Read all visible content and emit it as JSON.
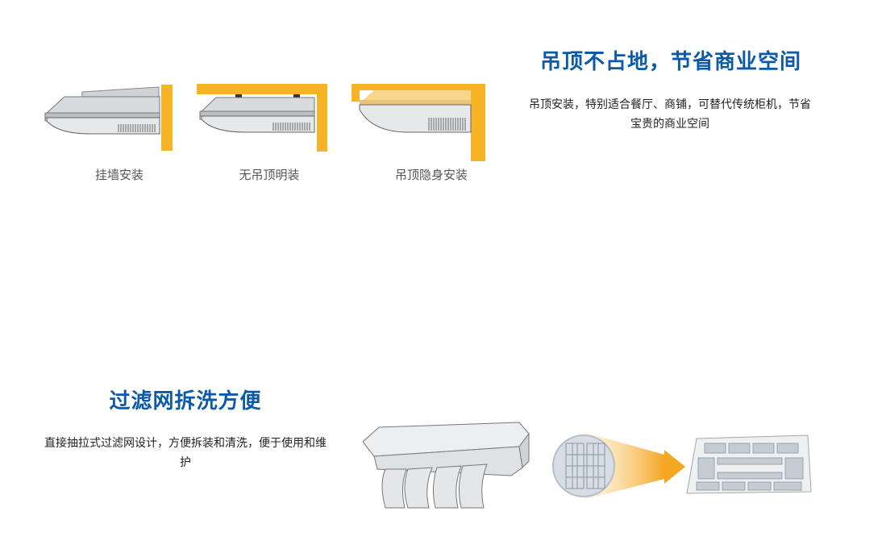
{
  "top": {
    "title": "吊顶不占地，节省商业空间",
    "description": "吊顶安装，特别适合餐厅、商铺，可替代传统柜机，节省宝贵的商业空间",
    "installs": [
      {
        "label": "挂墙安装"
      },
      {
        "label": "无吊顶明装"
      },
      {
        "label": "吊顶隐身安装"
      }
    ]
  },
  "bottom": {
    "title": "过滤网拆洗方便",
    "description": "直接抽拉式过滤网设计，方便拆装和清洗，便于使用和维护"
  },
  "colors": {
    "accent_blue": "#0b5aa8",
    "wall_yellow": "#f5b325",
    "unit_gray": "#bfc4c8"
  }
}
